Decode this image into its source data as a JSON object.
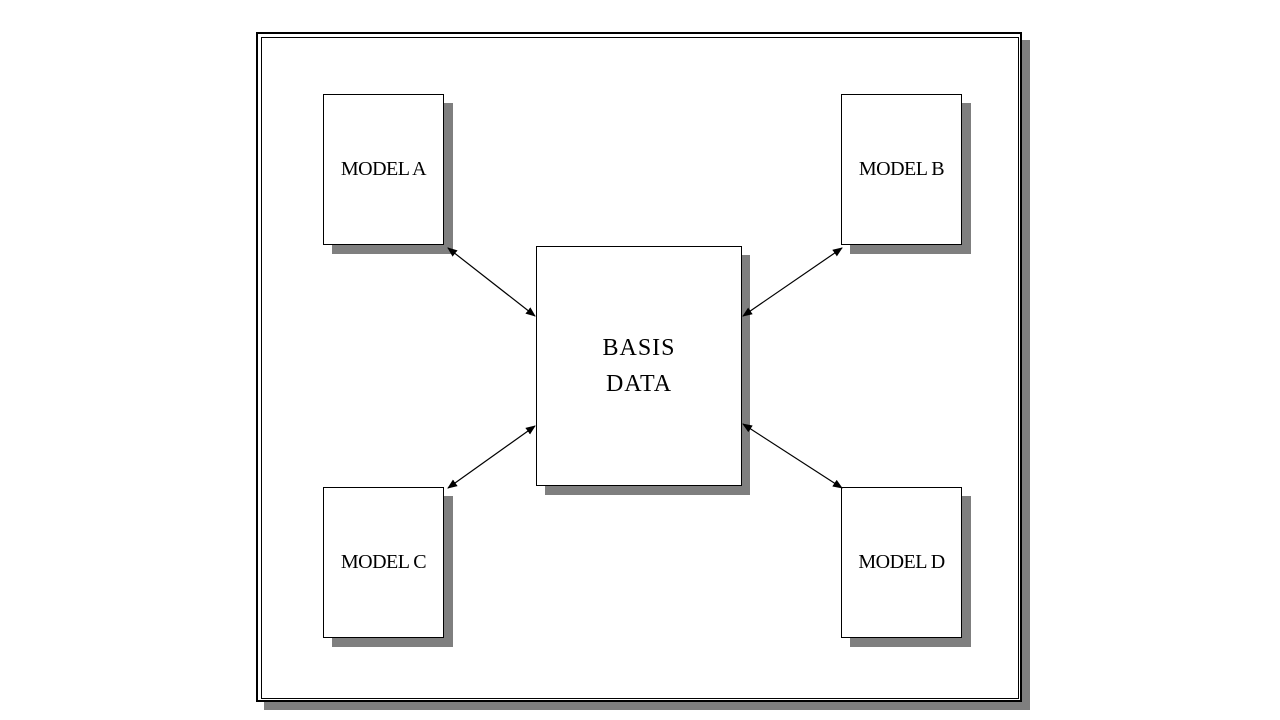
{
  "diagram": {
    "center": {
      "line1": "BASIS",
      "line2": "DATA"
    },
    "models": {
      "a": "MODEL A",
      "b": "MODEL B",
      "c": "MODEL C",
      "d": "MODEL D"
    },
    "colors": {
      "stroke": "#000000",
      "shadow": "#7f7f7f",
      "fill": "#ffffff"
    }
  }
}
